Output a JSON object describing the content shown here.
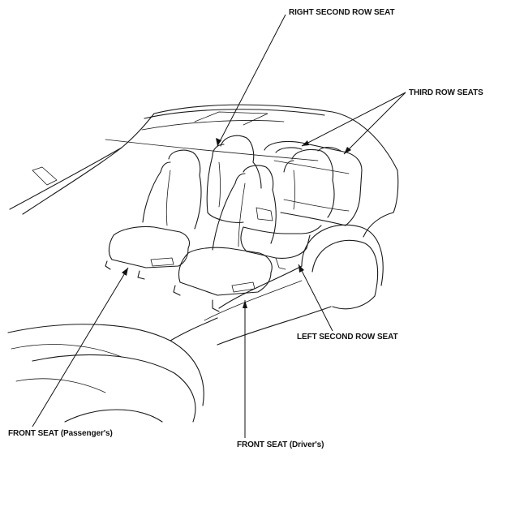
{
  "labels": {
    "right_second_row": "RIGHT SECOND ROW SEAT",
    "third_row": "THIRD ROW SEATS",
    "left_second_row": "LEFT SECOND ROW SEAT",
    "front_passenger": "FRONT SEAT (Passenger's)",
    "front_driver": "FRONT SEAT (Driver's)"
  },
  "icons": [
    "vehicle-outline-drawing",
    "seat-drawing",
    "leader-arrow"
  ],
  "colors": {
    "line": "#1a1a1a",
    "background": "#ffffff"
  }
}
